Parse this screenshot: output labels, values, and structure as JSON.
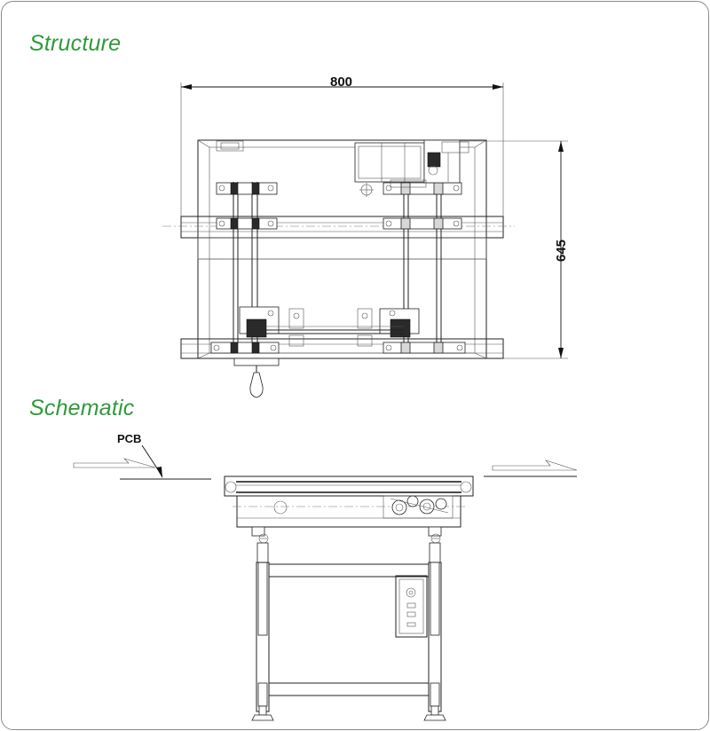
{
  "sections": {
    "structure_title": "Structure",
    "schematic_title": "Schematic"
  },
  "dimensions": {
    "width_label": "800",
    "height_label": "645"
  },
  "labels": {
    "pcb": "PCB"
  },
  "colors": {
    "title_green": "#2f9a3a",
    "line": "#222222",
    "frame_border": "#8a8a8a"
  }
}
